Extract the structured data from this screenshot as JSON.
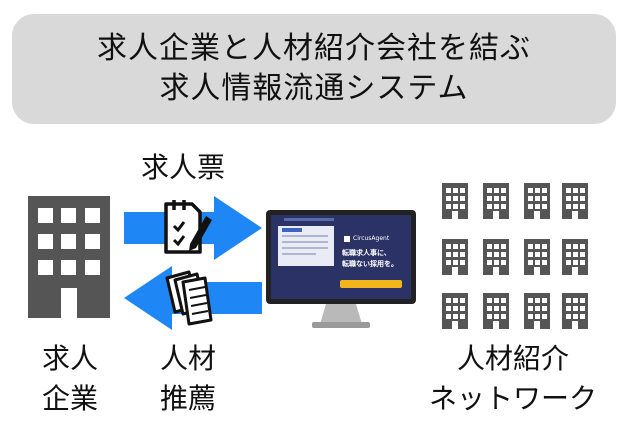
{
  "title": {
    "line1": "求人企業と人材紹介会社を結ぶ",
    "line2": "求人情報流通システム"
  },
  "labels": {
    "job_ticket": "求人票",
    "company_line1": "求人",
    "company_line2": "企業",
    "recommend_line1": "人材",
    "recommend_line2": "推薦",
    "network_line1": "人材紹介",
    "network_line2": "ネットワーク"
  },
  "screen": {
    "brand": "CircusAgent",
    "headline_line1": "転職求人事に、",
    "headline_line2": "転職ない採用を。"
  },
  "icons": {
    "company": "building-icon",
    "network": "building-icon",
    "ticket": "document-pen-icon",
    "recommend": "documents-stack-icon",
    "system": "computer-monitor-icon",
    "arrow_right": "arrow-right-icon",
    "arrow_left": "arrow-left-icon"
  },
  "colors": {
    "title_bg": "#d9d9d9",
    "arrow": "#1f86f5",
    "building": "#555555",
    "screen_bg": "#2b3266",
    "screen_button": "#f3b51c"
  }
}
